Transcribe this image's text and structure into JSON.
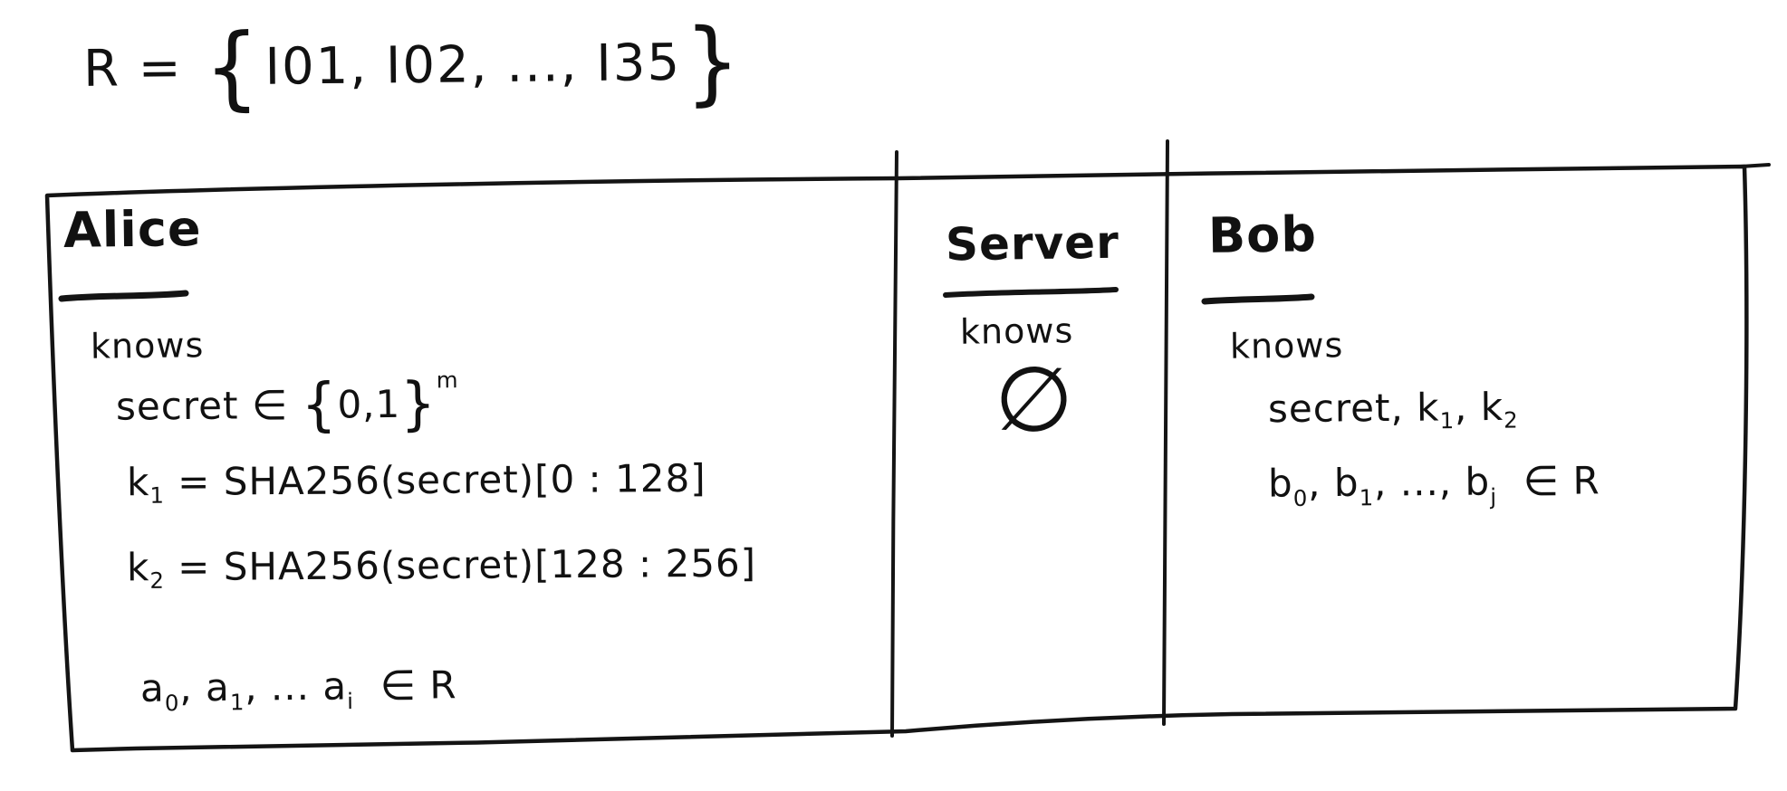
{
  "formula": {
    "segments": [
      {
        "t": "R = "
      },
      {
        "t": "{",
        "cls": "brace"
      },
      {
        "t": "I01, I02, ..., I35"
      },
      {
        "t": "}",
        "cls": "brace"
      }
    ]
  },
  "alice": {
    "title": "Alice",
    "knows_label": "knows",
    "line_secret": [
      {
        "t": "secret "
      },
      {
        "t": "∈",
        "cls": "rel"
      },
      {
        "t": " "
      },
      {
        "t": "{",
        "cls": "brace-sm"
      },
      {
        "t": "0,1"
      },
      {
        "t": "}",
        "cls": "brace-sm"
      },
      {
        "t": "m",
        "cls": "sup"
      }
    ],
    "line_k1": [
      {
        "t": "k"
      },
      {
        "t": "1",
        "cls": "sub"
      },
      {
        "t": " = SHA256(secret)[0 : 128]"
      }
    ],
    "line_k2": [
      {
        "t": "k"
      },
      {
        "t": "2",
        "cls": "sub"
      },
      {
        "t": " = SHA256(secret)[128 : 256]"
      }
    ],
    "line_a": [
      {
        "t": "a"
      },
      {
        "t": "0",
        "cls": "sub"
      },
      {
        "t": ", a"
      },
      {
        "t": "1",
        "cls": "sub"
      },
      {
        "t": ", ... a"
      },
      {
        "t": "i",
        "cls": "sub"
      },
      {
        "t": "  "
      },
      {
        "t": "∈",
        "cls": "rel"
      },
      {
        "t": " R"
      }
    ]
  },
  "server": {
    "title": "Server",
    "knows_label": "knows",
    "empty_set": "∅"
  },
  "bob": {
    "title": "Bob",
    "knows_label": "knows",
    "line_secret": [
      {
        "t": "secret, k"
      },
      {
        "t": "1",
        "cls": "sub"
      },
      {
        "t": ", k"
      },
      {
        "t": "2",
        "cls": "sub"
      }
    ],
    "line_b": [
      {
        "t": "b"
      },
      {
        "t": "0",
        "cls": "sub"
      },
      {
        "t": ", b"
      },
      {
        "t": "1",
        "cls": "sub"
      },
      {
        "t": ", ..., b"
      },
      {
        "t": "j",
        "cls": "sub"
      },
      {
        "t": "  "
      },
      {
        "t": "∈",
        "cls": "rel"
      },
      {
        "t": " R"
      }
    ]
  },
  "colors": {
    "ink": "#141414",
    "background": "#ffffff"
  }
}
